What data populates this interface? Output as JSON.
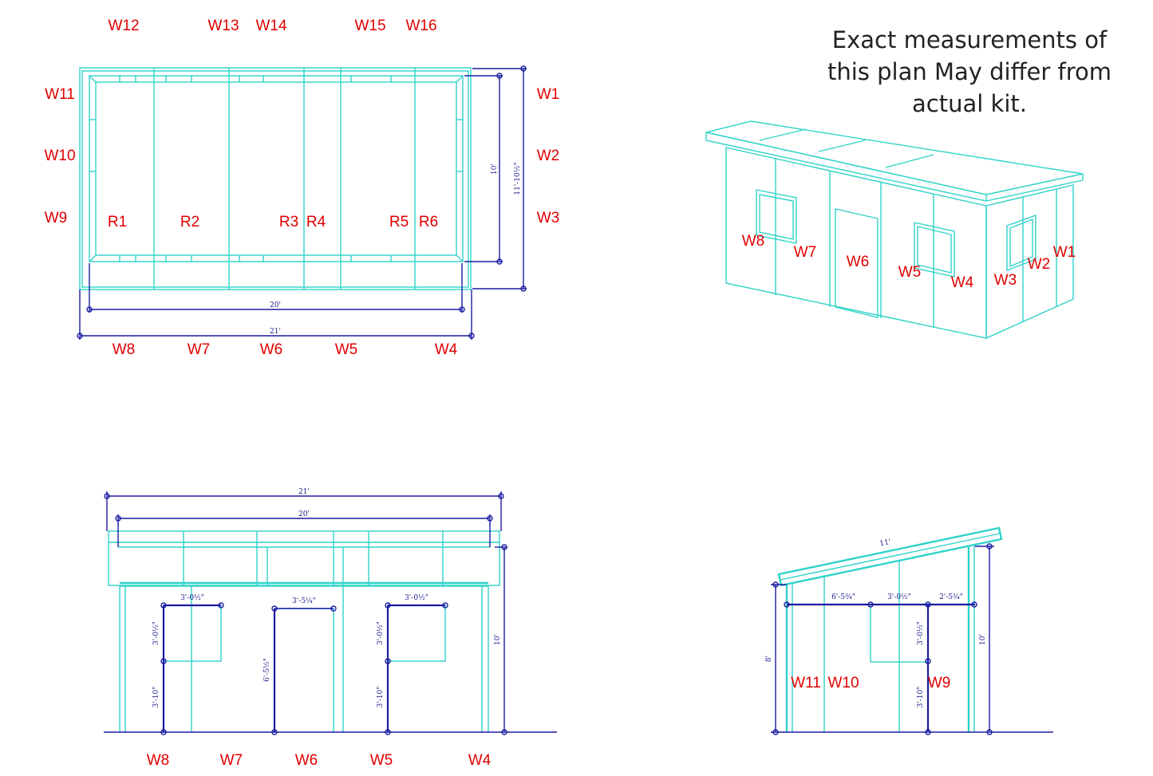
{
  "note": "Exact measurements of this plan May differ from actual kit.",
  "colors": {
    "wall_lines": "#2fd3c9",
    "dimension_lines": "#1c1ca0",
    "labels": "#e00000"
  },
  "plan_view": {
    "top_labels": [
      "W12",
      "W13",
      "W14",
      "W15",
      "W16"
    ],
    "left_labels": [
      "W11",
      "W10",
      "W9"
    ],
    "right_labels": [
      "W1",
      "W2",
      "W3"
    ],
    "bottom_labels": [
      "W8",
      "W7",
      "W6",
      "W5",
      "W4"
    ],
    "rafter_labels": [
      "R1",
      "R2",
      "R3",
      "R4",
      "R5",
      "R6"
    ],
    "dims": {
      "inner_width": "20'",
      "outer_width": "21'",
      "inner_depth": "10'",
      "outer_depth": "11'-10½\""
    }
  },
  "iso_view": {
    "labels": [
      "W8",
      "W7",
      "W6",
      "W5",
      "W4",
      "W3",
      "W2",
      "W1"
    ]
  },
  "front_elevation": {
    "bottom_labels": [
      "W8",
      "W7",
      "W6",
      "W5",
      "W4"
    ],
    "dims": {
      "outer_width": "21'",
      "inner_width": "20'",
      "window1_width": "3'-0½\"",
      "door_width": "3'-5¼\"",
      "window2_width": "3'-0½\"",
      "window1_height": "3'-0½\"",
      "window1_sill": "3'-10\"",
      "door_height": "6'-5½\"",
      "window2_height": "3'-0½\"",
      "window2_sill": "3'-10\"",
      "wall_height": "10'"
    }
  },
  "side_elevation": {
    "labels": [
      "W11",
      "W10",
      "W9"
    ],
    "dims": {
      "roof_length": "11'",
      "left_offset": "6'-5¾\"",
      "window_width": "3'-0½\"",
      "right_offset": "2'-5¾\"",
      "window_height": "3'-0½\"",
      "sill_height": "3'-10\"",
      "low_wall": "8'",
      "high_wall": "10'"
    }
  }
}
